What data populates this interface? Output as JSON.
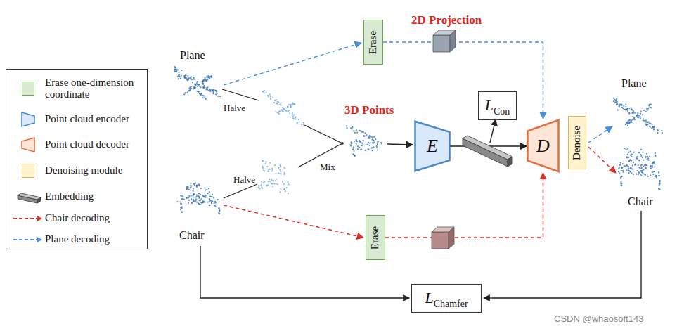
{
  "diagram": {
    "nodes": [
      {
        "text": [
          "Erase"
        ]
      },
      {
        "text": [
          "E"
        ]
      },
      {
        "text": [
          "L",
          "Con"
        ]
      },
      {
        "text": [
          "D"
        ]
      },
      {
        "text": [
          "Denoise"
        ]
      },
      {
        "text": [
          "Erase"
        ]
      },
      {
        "text": [
          "L",
          "Chamfer"
        ]
      }
    ],
    "edges": [
      {
        "from": 0,
        "to": 3,
        "arrow": "to"
      },
      {
        "from": 1,
        "to": 3,
        "arrow": "to"
      },
      {
        "from": 5,
        "to": 3,
        "arrow": "to"
      }
    ],
    "labels": [
      "2D Projection",
      "Plane",
      "Halve",
      "Mix",
      "3D Points",
      "Halve",
      "Chair",
      "Plane",
      "Chair",
      "CSDN @whaosoft143"
    ],
    "legend": [
      {
        "text": "Erase one-dimension coordinate",
        "color": "#d9ead3"
      },
      {
        "text": "Point cloud encoder"
      },
      {
        "text": "Point cloud decoder"
      },
      {
        "text": "Denoising module",
        "color": "#fff2cc"
      },
      {
        "text": "Embedding"
      },
      {
        "text": "Chair decoding"
      },
      {
        "text": "Plane decoding"
      }
    ]
  }
}
